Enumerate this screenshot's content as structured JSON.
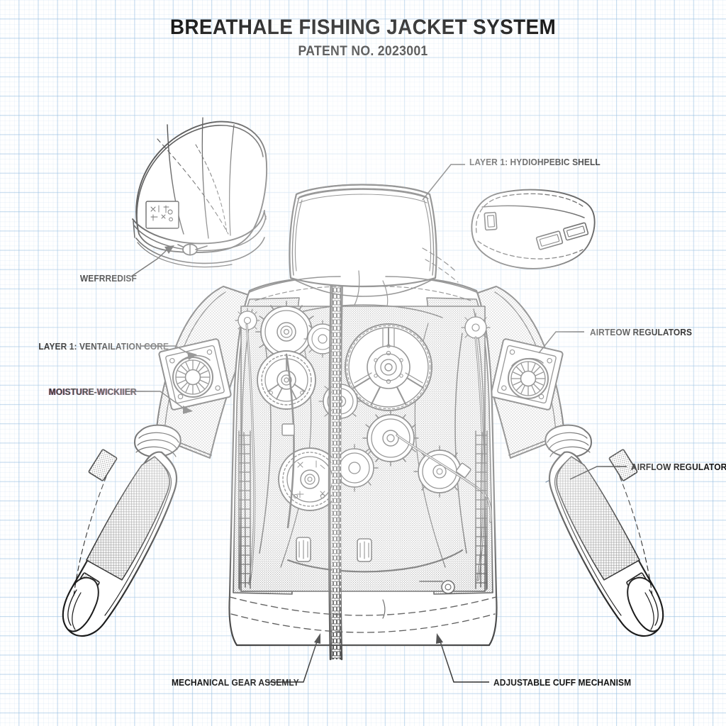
{
  "document": {
    "title": "BREATHALE FISHING JACKET SYSTEM",
    "patent_no": "PATENT NO. 2023001",
    "background": "#ffffff",
    "grid_color": "#96bee1",
    "ink_color": "#1a1a1a"
  },
  "callouts": [
    {
      "id": "hydrophobic-shell",
      "text": "LAYER 1: HYDIOHPEBIC SHELL",
      "side": "right"
    },
    {
      "id": "waterproof-disc",
      "text": "WEFRREDISF",
      "side": "left"
    },
    {
      "id": "ventilation-core",
      "text": "LAYER 1: VENTAILATION CORE",
      "side": "left"
    },
    {
      "id": "moisture-wicking",
      "text": "MOISTURE-WICKIIER",
      "side": "left"
    },
    {
      "id": "airflow-regulators-upper",
      "text": "AIRTEOW REGULATORS",
      "side": "right"
    },
    {
      "id": "airflow-regulators-lower",
      "text": "AIRFLOW REGULATORS",
      "side": "right"
    },
    {
      "id": "gear-assembly",
      "text": "MECHANICAL GEAR ASSEMLY",
      "side": "left"
    },
    {
      "id": "cuff-mechanism",
      "text": "ADJUSTABLE CUFF MECHANISM",
      "side": "right"
    }
  ],
  "components": {
    "hood": "hood-assembly",
    "collar": "stand-collar",
    "shoulder_panel": "shoulder-vent-panel",
    "left_fan": "left-airflow-regulator-fan",
    "right_fan": "right-airflow-regulator-fan",
    "center_zipper": "main-front-zipper",
    "left_cuff": "left-detached-cuff",
    "right_cuff": "right-detached-cuff",
    "gear_train": "mechanical-gear-assembly",
    "hem": "adjustable-hem"
  }
}
